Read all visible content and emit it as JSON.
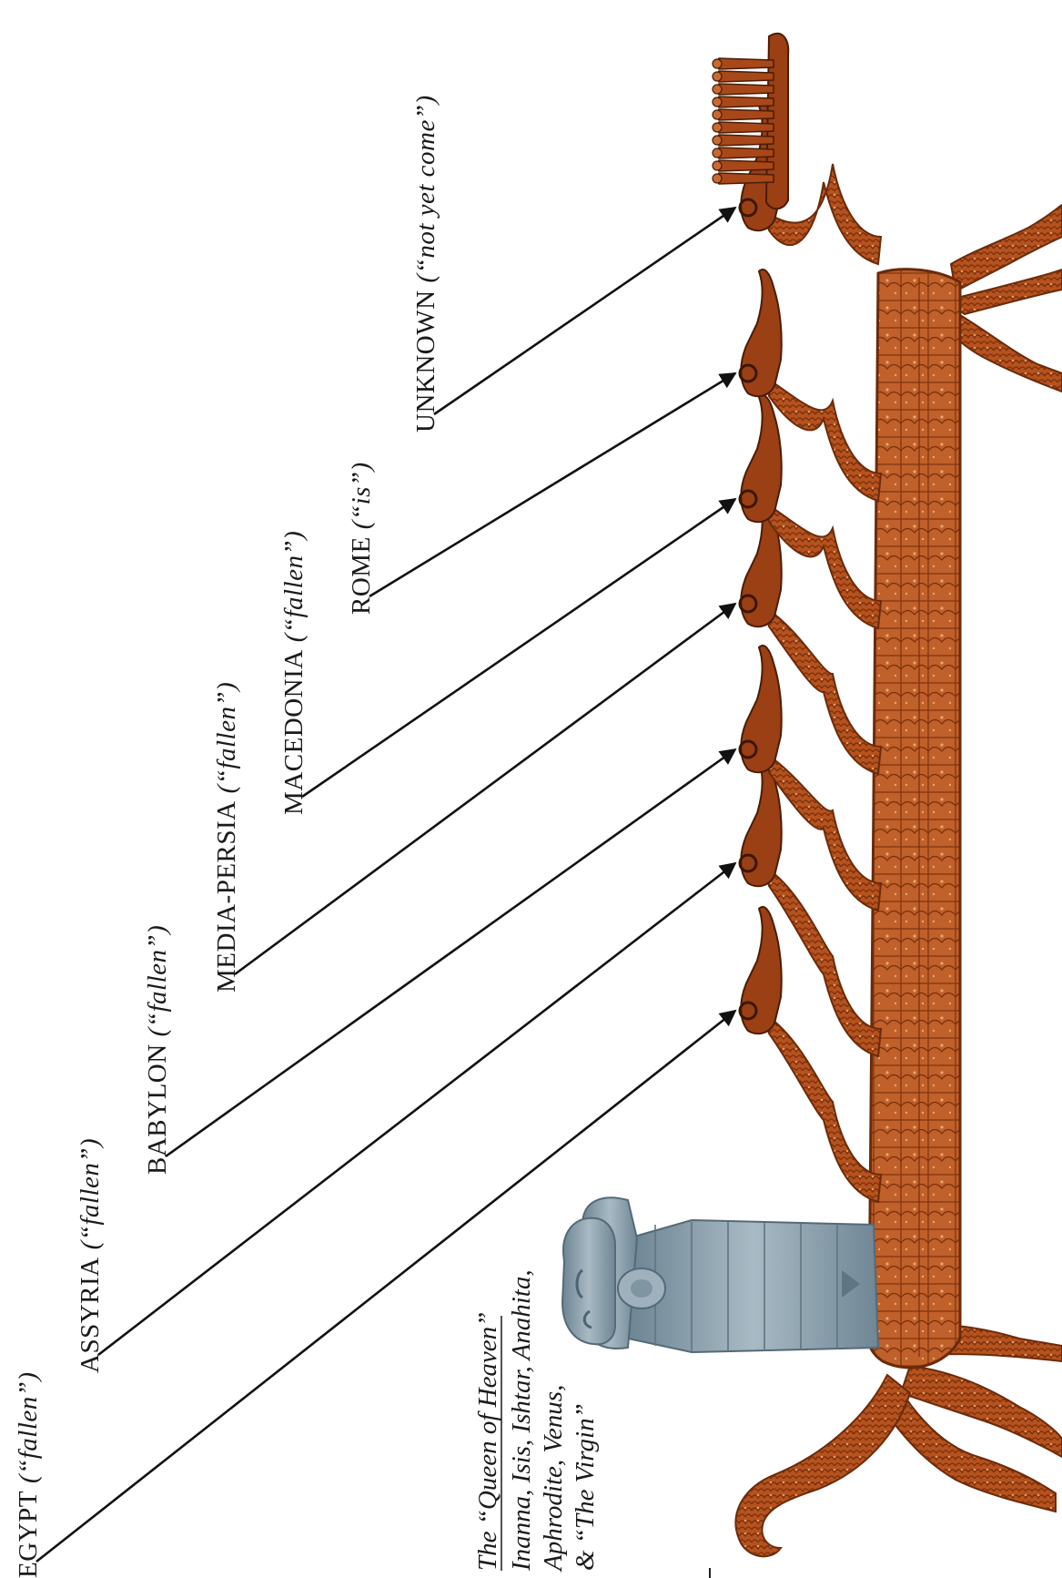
{
  "caption": {
    "title": "The “Queen of Heaven”",
    "lines": [
      "Inanna, Isis, Ishtar, Anahita,",
      "Aphrodite, Venus,",
      "& “The Virgin”"
    ]
  },
  "kingdoms": [
    {
      "name": "EGYPT",
      "status": "(“fallen”)"
    },
    {
      "name": "ASSYRIA",
      "status": "(“fallen”)"
    },
    {
      "name": "BABYLON",
      "status": "(“fallen”)"
    },
    {
      "name": "MEDIA-PERSIA",
      "status": "(“fallen”)"
    },
    {
      "name": "MACEDONIA",
      "status": "(“fallen”)"
    },
    {
      "name": "ROME",
      "status": "(“is”)"
    },
    {
      "name": "UNKNOWN",
      "status": "(“not yet come”)"
    }
  ],
  "colors": {
    "beast_body": "#b5521e",
    "beast_shadow": "#7a2f0c",
    "beast_highlight": "#d9834a",
    "statue": "#8fa3b0",
    "arrow": "#111111"
  },
  "icons": [
    "seven-headed-beast",
    "queen-of-heaven-statue",
    "ten-horns"
  ]
}
